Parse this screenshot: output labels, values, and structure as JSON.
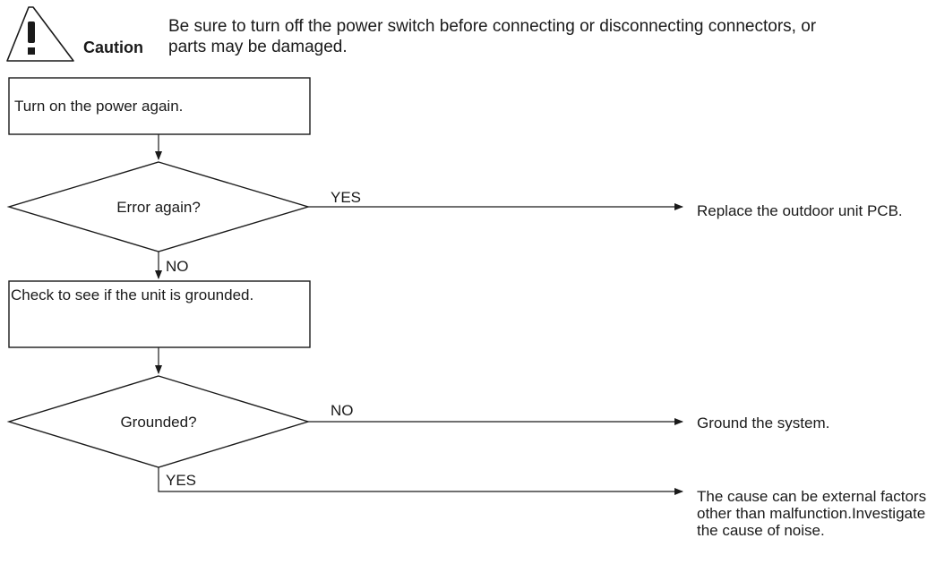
{
  "caution": {
    "label": "Caution",
    "text": "Be sure to turn off the power switch before connecting or disconnecting connectors, or parts may be damaged."
  },
  "flow": {
    "step1": "Turn on the power again.",
    "decision1": "Error again?",
    "decision1_yes": "YES",
    "decision1_no": "NO",
    "result1": "Replace the outdoor unit PCB.",
    "step2": "Check to see if the unit is grounded.",
    "decision2": "Grounded?",
    "decision2_no": "NO",
    "decision2_yes": "YES",
    "result2": "Ground the system.",
    "result3": "The cause can be external factors other than malfunction.Investigate the cause of noise."
  },
  "colors": {
    "line": "#1a1a1a",
    "background": "#ffffff"
  }
}
